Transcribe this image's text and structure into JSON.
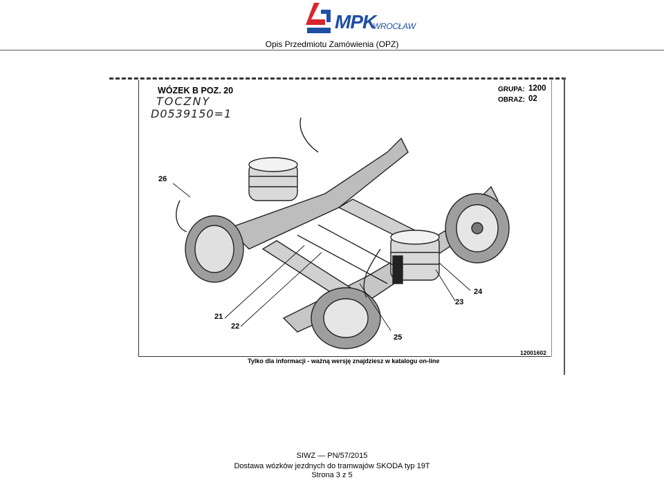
{
  "header": {
    "logo_brand": "MPK",
    "logo_city": "WROCŁAW",
    "title": "Opis Przedmiotu Zamówienia (OPZ)"
  },
  "sheet": {
    "title": "WÓZEK B  POZ. 20",
    "handwritten_line1": "TOCZNY",
    "handwritten_line2": "D0539150=1",
    "group_label": "GRUPA:",
    "group_value": "1200",
    "image_label": "OBRAZ:",
    "image_value": "02",
    "callouts": [
      "26",
      "21",
      "22",
      "25",
      "23",
      "24"
    ],
    "reference_code": "12001602",
    "info_note": "Tylko dla informacji - ważną wersję znajdziesz w katalogu on-line"
  },
  "footer": {
    "line1": "SIWZ — PN/57/2015",
    "line2": "Dostawa wózków jezdnych do tramwajów SKODA typ 19T",
    "line3": "Strona 3 z 5"
  },
  "colors": {
    "brand_blue": "#1e4fa3",
    "brand_red": "#d7262e"
  }
}
